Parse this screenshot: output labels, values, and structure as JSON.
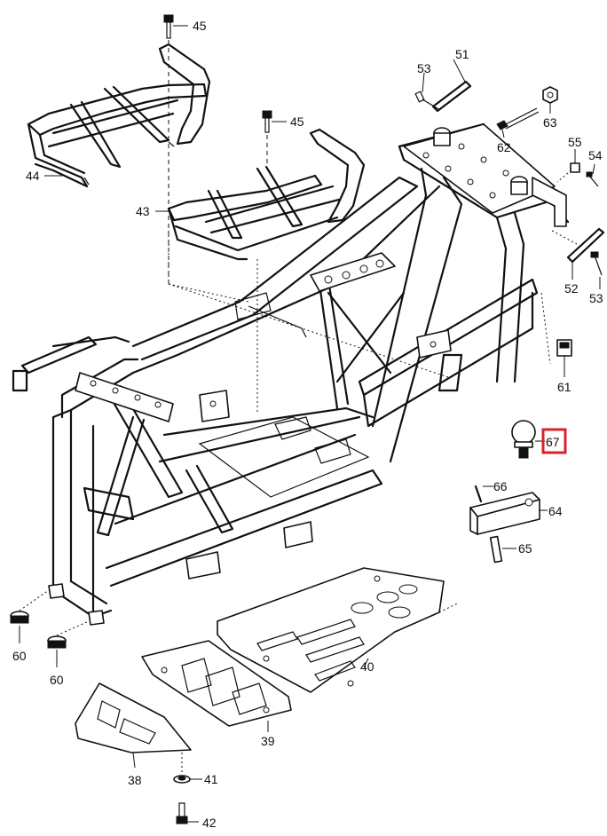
{
  "callouts": [
    {
      "id": "c45a",
      "text": "45"
    },
    {
      "id": "c45b",
      "text": "45"
    },
    {
      "id": "c44",
      "text": "44"
    },
    {
      "id": "c43",
      "text": "43"
    },
    {
      "id": "c53a",
      "text": "53"
    },
    {
      "id": "c51",
      "text": "51"
    },
    {
      "id": "c63",
      "text": "63"
    },
    {
      "id": "c62",
      "text": "62"
    },
    {
      "id": "c55",
      "text": "55"
    },
    {
      "id": "c54",
      "text": "54"
    },
    {
      "id": "c52",
      "text": "52"
    },
    {
      "id": "c53b",
      "text": "53"
    },
    {
      "id": "c61",
      "text": "61"
    },
    {
      "id": "c67",
      "text": "67"
    },
    {
      "id": "c66",
      "text": "66"
    },
    {
      "id": "c64",
      "text": "64"
    },
    {
      "id": "c65",
      "text": "65"
    },
    {
      "id": "c60a",
      "text": "60"
    },
    {
      "id": "c60b",
      "text": "60"
    },
    {
      "id": "c40",
      "text": "40"
    },
    {
      "id": "c39",
      "text": "39"
    },
    {
      "id": "c38",
      "text": "38"
    },
    {
      "id": "c41",
      "text": "41"
    },
    {
      "id": "c42",
      "text": "42"
    }
  ],
  "highlight": {
    "callout": "67",
    "color": "#d8232a"
  }
}
